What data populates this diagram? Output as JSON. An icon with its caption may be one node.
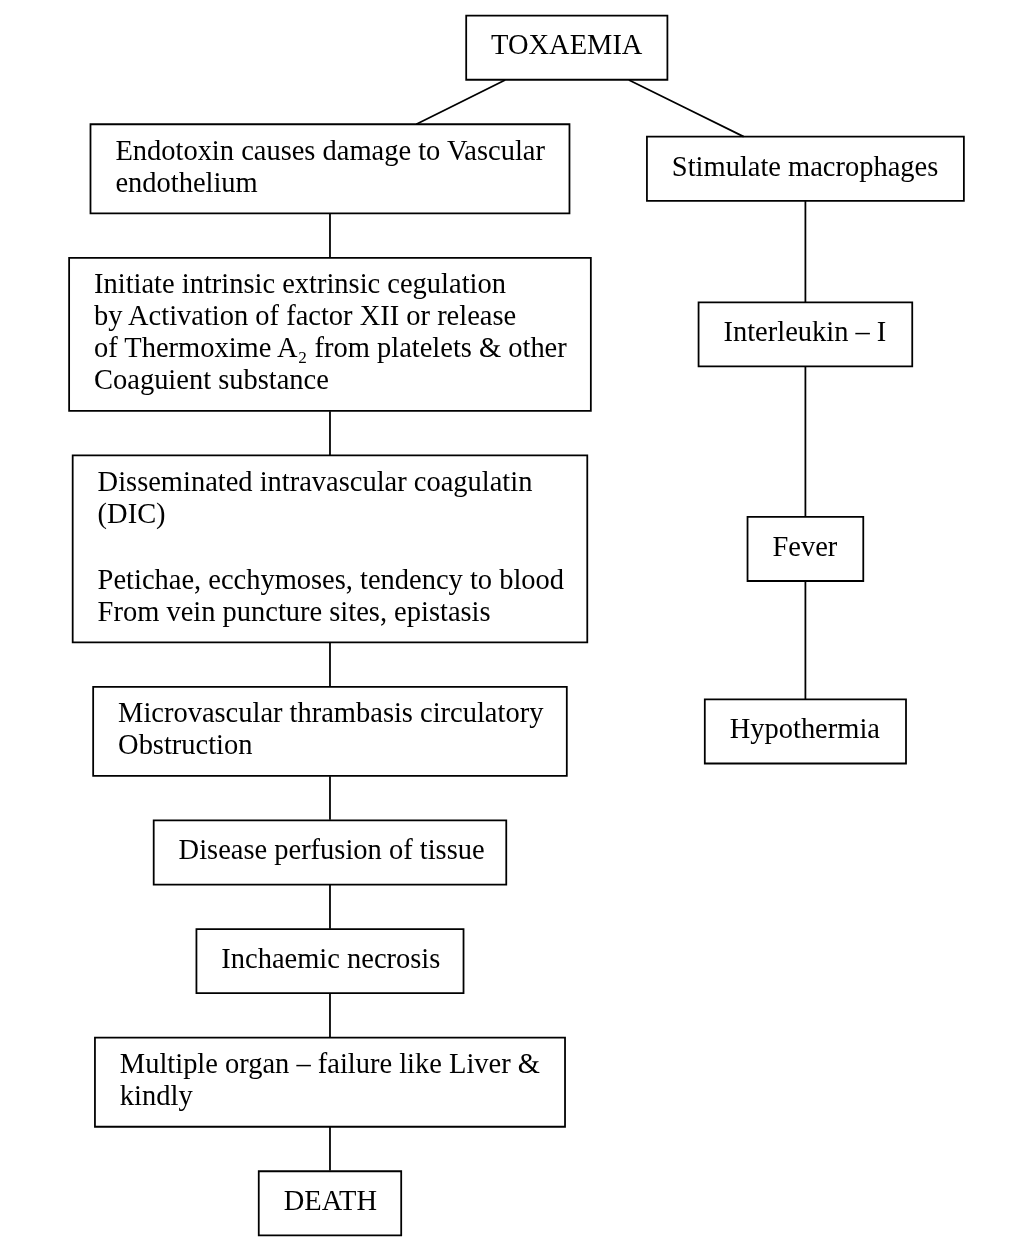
{
  "diagram": {
    "nodes": [
      {
        "text": [
          "TOXAEMIA"
        ]
      },
      {
        "text": [
          "Endotoxin causes damage to Vascular endothelium"
        ]
      },
      {
        "text": [
          "Stimulate macrophages"
        ]
      },
      {
        "text": [
          "Initiate intrinsic extrinsic cegulation by Activation of factor XII or release of Thermoxime A₂ from platelets & other Coaguient substance"
        ]
      },
      {
        "text": [
          "Interleukin – I"
        ]
      },
      {
        "text": [
          "Fever"
        ]
      },
      {
        "text": [
          "Hypothermia"
        ]
      },
      {
        "text": [
          "Disseminated intravascular coagulatin (DIC)",
          "Petichae, ecchymoses, tendency to blood From vein puncture sites, epistasis"
        ]
      },
      {
        "text": [
          "Microvascular thrambasis circulatory Obstruction"
        ]
      },
      {
        "text": [
          "Disease perfusion of tissue"
        ]
      },
      {
        "text": [
          "Inchaemic necrosis"
        ]
      },
      {
        "text": [
          "Multiple organ – failure like Liver & kindly"
        ]
      },
      {
        "text": [
          "DEATH"
        ]
      }
    ],
    "edges": [
      {
        "from": 0,
        "to": 1,
        "arrow": "none"
      },
      {
        "from": 0,
        "to": 2,
        "arrow": "none"
      },
      {
        "from": 1,
        "to": 3,
        "arrow": "none"
      },
      {
        "from": 2,
        "to": 4,
        "arrow": "none"
      },
      {
        "from": 4,
        "to": 5,
        "arrow": "none"
      },
      {
        "from": 5,
        "to": 6,
        "arrow": "none"
      },
      {
        "from": 3,
        "to": 7,
        "arrow": "none"
      },
      {
        "from": 7,
        "to": 8,
        "arrow": "none"
      },
      {
        "from": 8,
        "to": 9,
        "arrow": "none"
      },
      {
        "from": 9,
        "to": 10,
        "arrow": "none"
      },
      {
        "from": 10,
        "to": 11,
        "arrow": "none"
      },
      {
        "from": 11,
        "to": 12,
        "arrow": "none"
      }
    ]
  }
}
